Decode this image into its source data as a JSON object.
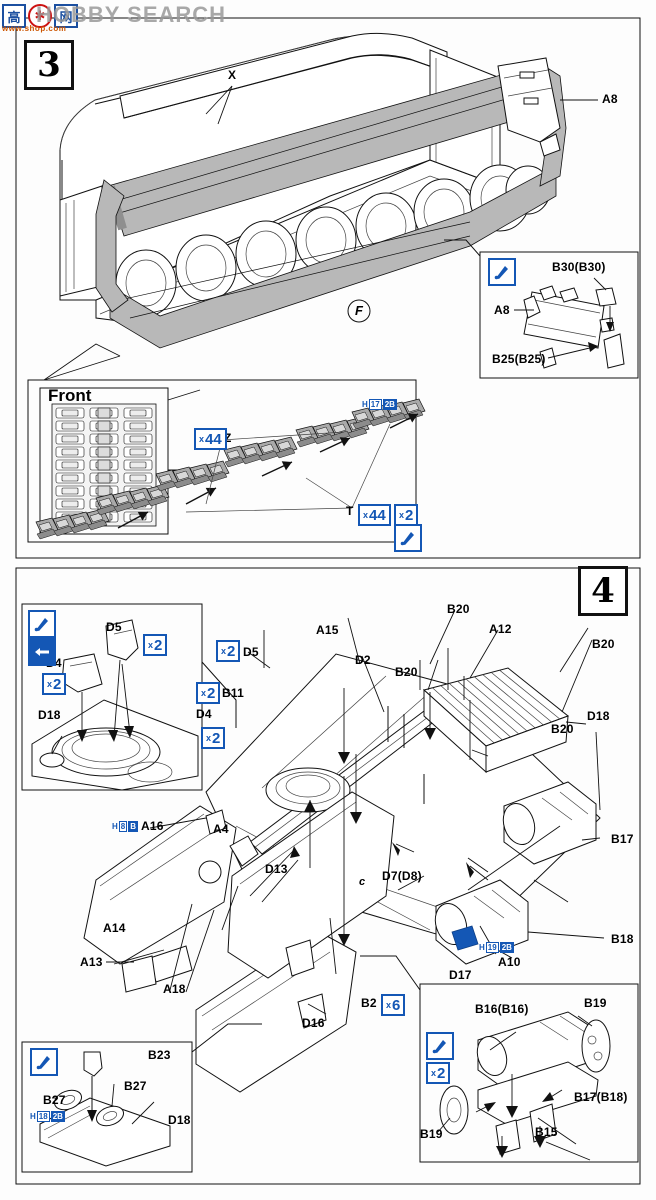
{
  "watermark": {
    "text": "HOBBY SEARCH",
    "sub": "www.shop.com",
    "logo_chars": [
      "高",
      "✱",
      "网"
    ]
  },
  "steps": [
    {
      "number": "3"
    },
    {
      "number": "4"
    }
  ],
  "step3": {
    "hull_label": "X",
    "view_marker": "F",
    "plate_label": "A8",
    "inset_detail": {
      "labels": [
        "B30(B30)",
        "A8",
        "B25(B25)"
      ],
      "icon": "glue-icon"
    },
    "track_inset": {
      "caption": "Front",
      "labels": [
        "Z",
        "T"
      ],
      "badges": [
        {
          "type": "count",
          "value": "44"
        },
        {
          "type": "count",
          "value": "44"
        },
        {
          "type": "count",
          "value": "2"
        }
      ],
      "hbadge": {
        "prefix": "H",
        "num": "17",
        "suffix": "2B"
      },
      "icon": "glue-icon"
    }
  },
  "step4": {
    "left_inset": {
      "labels": [
        "D5",
        "D4",
        "D18"
      ],
      "badges": [
        {
          "type": "count",
          "value": "2"
        },
        {
          "type": "count",
          "value": "2"
        }
      ],
      "icons": [
        "glue-icon",
        "align-icon"
      ]
    },
    "main_labels": [
      "D5",
      "B11",
      "D4",
      "A15",
      "D2",
      "B20",
      "A12",
      "B20",
      "B20",
      "B20",
      "D18",
      "B17",
      "B18",
      "A16",
      "A4",
      "D13",
      "A14",
      "A13",
      "A18",
      "D7(D8)",
      "B2",
      "D16",
      "D17",
      "A10",
      "c"
    ],
    "badges": [
      {
        "near": "D5",
        "value": "2"
      },
      {
        "near": "B11",
        "value": "2"
      },
      {
        "near": "D4",
        "value": "2"
      },
      {
        "near": "B2",
        "value": "6"
      }
    ],
    "hbadges": [
      {
        "prefix": "H",
        "num": "8",
        "suffix": "B",
        "near": "A16"
      },
      {
        "prefix": "H",
        "num": "19",
        "suffix": "2B",
        "near": "A10"
      },
      {
        "prefix": "H",
        "num": "18",
        "suffix": "2B",
        "near": "B27"
      }
    ],
    "bottom_left_inset": {
      "labels": [
        "B23",
        "B27",
        "B27",
        "D18"
      ],
      "hbadge": {
        "prefix": "H",
        "num": "18",
        "suffix": "2B"
      },
      "icon": "glue-icon"
    },
    "bottom_right_inset": {
      "labels": [
        "B16(B16)",
        "B19",
        "B19",
        "B17(B18)",
        "B15"
      ],
      "badge": {
        "type": "count",
        "value": "2"
      },
      "icon": "glue-icon"
    }
  },
  "colors": {
    "accent": "#1457b5",
    "line": "#111111",
    "watermark": "#9a9a9a",
    "watermark_sub": "#cc5500",
    "logo_blue": "#1b4fa0",
    "logo_red": "#cc1111"
  }
}
